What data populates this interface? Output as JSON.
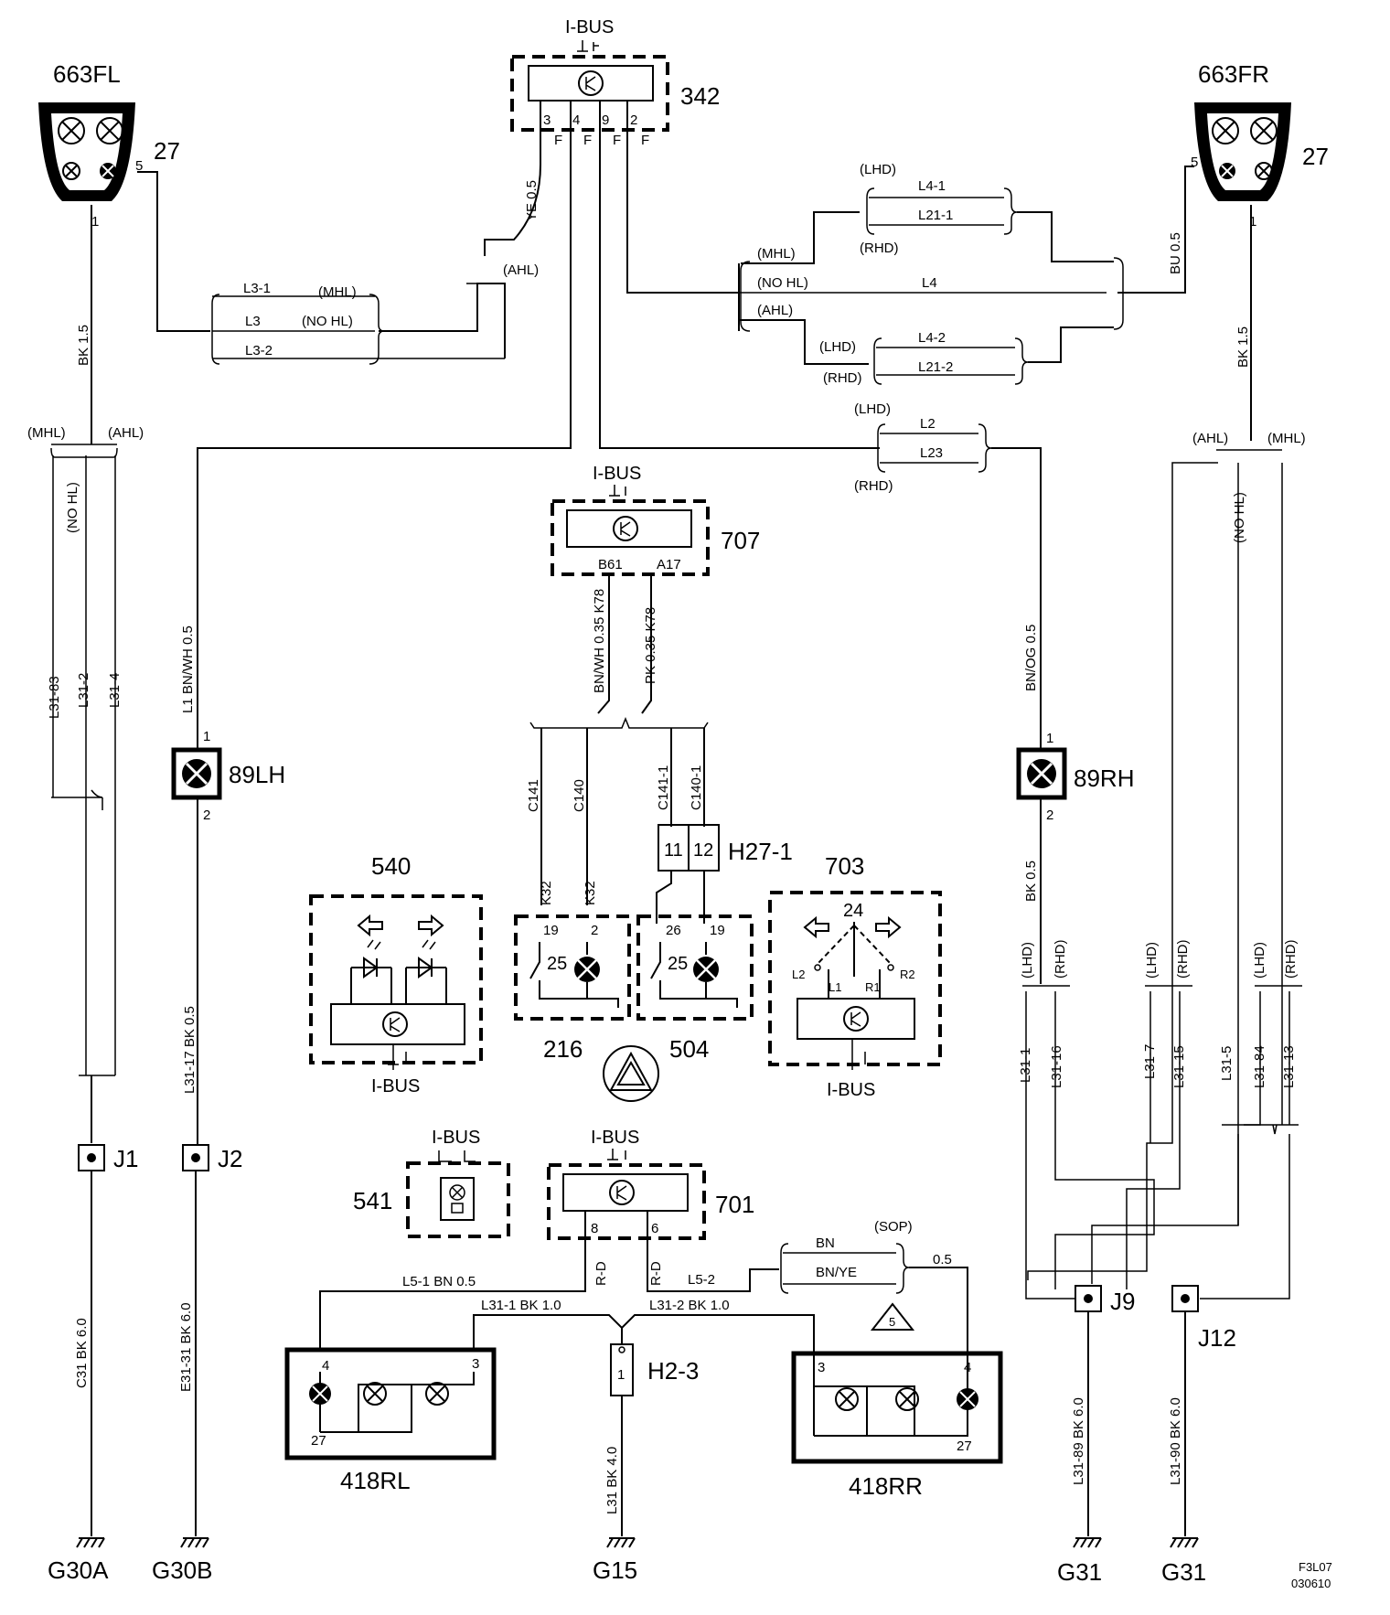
{
  "components": {
    "c663fl": {
      "id": "663FL",
      "pin_a": "27",
      "pin_b": "5",
      "pin_c": "1"
    },
    "c663fr": {
      "id": "663FR",
      "pin_a": "27",
      "pin_b": "5",
      "pin_c": "1"
    },
    "c342": {
      "id": "342",
      "bus": "I-BUS",
      "pins": [
        "3",
        "4",
        "9",
        "2"
      ],
      "conn": [
        "F",
        "F",
        "F",
        "F"
      ]
    },
    "c707": {
      "id": "707",
      "bus": "I-BUS",
      "pin_left": "B61",
      "pin_right": "A17"
    },
    "c89lh": {
      "id": "89LH",
      "pin_top": "1",
      "pin_bot": "2"
    },
    "c89rh": {
      "id": "89RH",
      "pin_top": "1",
      "pin_bot": "2"
    },
    "c540": {
      "id": "540",
      "bus": "I-BUS"
    },
    "c216": {
      "id": "216",
      "pin_a": "19",
      "pin_b": "2",
      "lamp": "25"
    },
    "c504": {
      "id": "504",
      "pin_a": "26",
      "pin_b": "19",
      "lamp": "25"
    },
    "c703": {
      "id": "703",
      "bus": "I-BUS",
      "pin_top": "24",
      "l2": "L2",
      "l1": "L1",
      "r1": "R1",
      "r2": "R2"
    },
    "h27_1": {
      "id": "H27-1",
      "pin_a": "11",
      "pin_b": "12"
    },
    "c541": {
      "id": "541",
      "bus": "I-BUS"
    },
    "c701": {
      "id": "701",
      "bus": "I-BUS",
      "pin_left": "8",
      "pin_right": "6"
    },
    "c418rl": {
      "id": "418RL",
      "pin_a": "4",
      "pin_b": "3",
      "pin_c": "27"
    },
    "c418rr": {
      "id": "418RR",
      "pin_a": "3",
      "pin_b": "4",
      "pin_c": "27"
    },
    "h2_3": {
      "id": "H2-3",
      "pin": "1"
    },
    "j1": {
      "id": "J1"
    },
    "j2": {
      "id": "J2"
    },
    "j9": {
      "id": "J9"
    },
    "j12": {
      "id": "J12"
    }
  },
  "grounds": [
    "G30A",
    "G30B",
    "G15",
    "G31",
    "G31"
  ],
  "wires": {
    "fl_ye": "YE  0.5",
    "fl_bk": "BK  1.5",
    "fr_bu": "BU  0.5",
    "fr_bk": "BK  1.5",
    "l1": "L1  BN/WH  0.5",
    "bnog": "BN/OG  0.5",
    "l31_17": "L31-17  BK  0.5",
    "rh_bk": "BK  0.5",
    "k78_left": "BN/WH  0.35  K78",
    "k78_right": "PK  0.35  K78",
    "c141": "C141",
    "c140": "C140",
    "c141_1": "C141-1",
    "c140_1": "C140-1",
    "k32_a": "K32",
    "k32_b": "K32",
    "l31_83": "L31-83",
    "l31_2": "L31-2",
    "l31_4": "L31-4",
    "no_hl_left": "(NO HL)",
    "c31": "C31  BK  6.0",
    "e31_31": "E31-31  BK  6.0",
    "l31_1": "L31-1",
    "l31_16": "L31-16",
    "l31_7": "L31-7",
    "l31_15": "L31-15",
    "l31_5": "L31-5",
    "l31_84": "L31-84",
    "l31_13": "L31-13",
    "no_hl_right": "(NO HL)",
    "l31_89": "L31-89  BK  6.0",
    "l31_90": "L31-90  BK  6.0",
    "l31": "L31  BK  4.0",
    "l5_1": "L5-1   BN    0.5",
    "l5_2": "L5-2",
    "r_d_a": "R-D",
    "r_d_b": "R-D",
    "l31_1bk": "L31-1   BK    1.0",
    "l31_2bk": "L31-2   BK    1.0",
    "bn": "BN",
    "bnye": "BN/YE",
    "sop": "(SOP)",
    "w05": "0.5"
  },
  "variants": {
    "l3_1": "L3-1",
    "mhl_a": "(MHL)",
    "l3": "L3",
    "nohl_a": "(NO HL)",
    "l3_2": "L3-2",
    "ahl_a": "(AHL)",
    "lhd_a": "(LHD)",
    "l4_1": "L4-1",
    "l21_1": "L21-1",
    "rhd_a": "(RHD)",
    "mhl_b": "(MHL)",
    "nohl_b": "(NO HL)",
    "l4": "L4",
    "ahl_b": "(AHL)",
    "lhd_b": "(LHD)",
    "l4_2": "L4-2",
    "rhd_b": "(RHD)",
    "l21_2": "L21-2",
    "lhd_c": "(LHD)",
    "l2": "L2",
    "l23": "L23",
    "rhd_c": "(RHD)",
    "mhl_l": "(MHL)",
    "ahl_l": "(AHL)",
    "ahl_r": "(AHL)",
    "mhl_r": "(MHL)",
    "lhd_1": "(LHD)",
    "rhd_1": "(RHD)",
    "lhd_2": "(LHD)",
    "rhd_2": "(RHD)",
    "lhd_3": "(LHD)",
    "rhd_3": "(RHD)"
  },
  "footer": {
    "code": "F3L07",
    "date": "030610"
  },
  "warning_ref": "5"
}
